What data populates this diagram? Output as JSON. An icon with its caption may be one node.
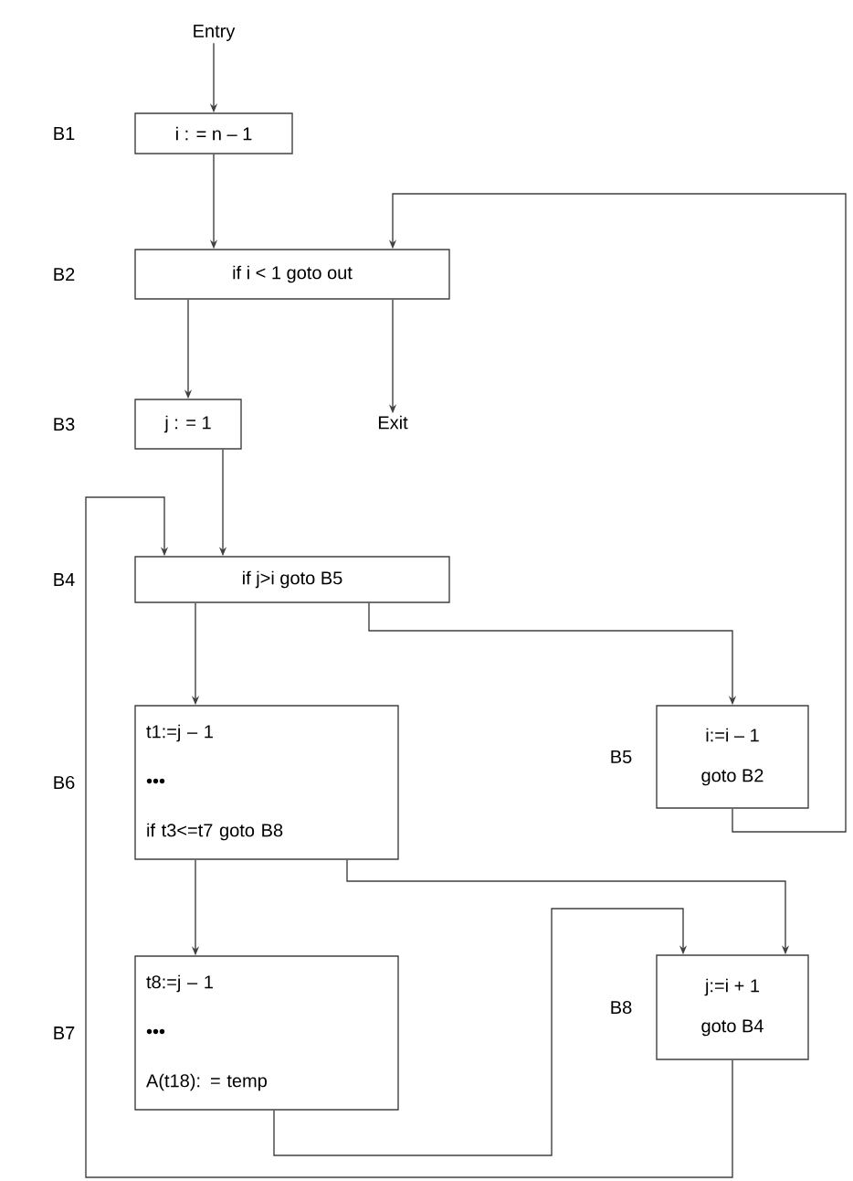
{
  "diagram": {
    "nodes": [
      {
        "text": [
          "Entry"
        ]
      },
      {
        "text": [
          "i : = n – 1"
        ],
        "beside": [
          "B1"
        ]
      },
      {
        "text": [
          "if i < 1 goto out"
        ],
        "beside": [
          "B2"
        ]
      },
      {
        "text": [
          "Exit"
        ]
      },
      {
        "text": [
          "j : = 1"
        ],
        "beside": [
          "B3"
        ]
      },
      {
        "text": [
          "if j>i goto B5"
        ],
        "beside": [
          "B4"
        ]
      },
      {
        "text": [
          "t1:=j – 1",
          "•••",
          "if t3<=t7 goto B8"
        ],
        "beside": [
          "B6"
        ]
      },
      {
        "text": [
          "i:=i – 1",
          "goto B2"
        ],
        "beside": [
          "B5"
        ]
      },
      {
        "text": [
          "t8:=j – 1",
          "•••",
          "A(t18): = temp"
        ],
        "beside": [
          "B7"
        ]
      },
      {
        "text": [
          "j:=i + 1",
          "goto B4"
        ],
        "beside": [
          "B8"
        ]
      }
    ],
    "edges": [
      {
        "from": 0,
        "to": 1,
        "arrow": "to"
      },
      {
        "from": 1,
        "to": 2,
        "arrow": "to"
      },
      {
        "from": 2,
        "to": 4,
        "arrow": "to"
      },
      {
        "from": 2,
        "to": 3,
        "arrow": "to"
      },
      {
        "from": 4,
        "to": 5,
        "arrow": "to"
      },
      {
        "from": 5,
        "to": 6,
        "arrow": "to"
      },
      {
        "from": 5,
        "to": 7,
        "arrow": "to"
      },
      {
        "from": 7,
        "to": 2,
        "arrow": "to"
      },
      {
        "from": 6,
        "to": 8,
        "arrow": "to"
      },
      {
        "from": 6,
        "to": 9,
        "arrow": "to"
      },
      {
        "from": 8,
        "to": 9,
        "arrow": "to"
      },
      {
        "from": 9,
        "to": 5,
        "arrow": "to"
      }
    ]
  }
}
